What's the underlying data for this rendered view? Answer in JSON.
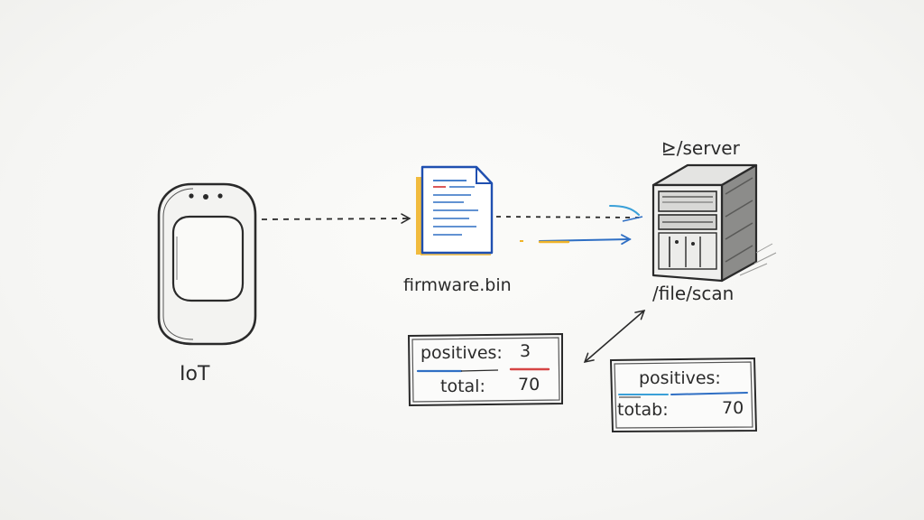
{
  "nodes": {
    "device": {
      "label": "IoT"
    },
    "firmware": {
      "label": "firmware.bin"
    },
    "server": {
      "title": "⊵/server",
      "endpoint": "/file/scan"
    }
  },
  "results": [
    {
      "positives_label": "positives:",
      "positives_value": "3",
      "total_label": "total:",
      "total_value": "70"
    },
    {
      "positives_label": "positives:",
      "positives_value": "",
      "total_label": "totab:",
      "total_value": "70"
    }
  ],
  "colors": {
    "ink": "#2a2a2a",
    "blue": "#2f6fc4",
    "yellow": "#f0b429",
    "red": "#d64545",
    "cyan": "#3aa0d8"
  }
}
